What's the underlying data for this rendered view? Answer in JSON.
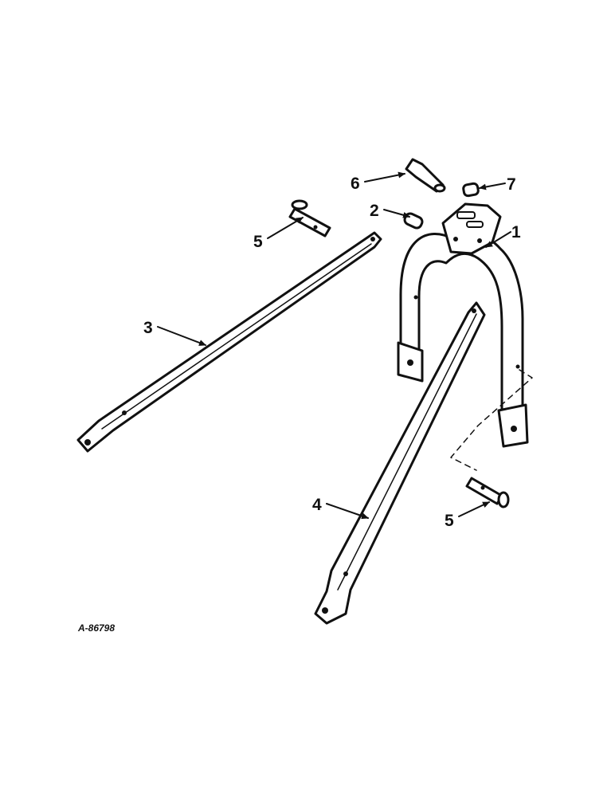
{
  "figure_id": "A-86798",
  "callouts": {
    "c1": "1",
    "c2": "2",
    "c3": "3",
    "c4": "4",
    "c5a": "5",
    "c5b": "5",
    "c6": "6",
    "c7": "7"
  },
  "colors": {
    "ink": "#111111",
    "paper": "#ffffff"
  }
}
